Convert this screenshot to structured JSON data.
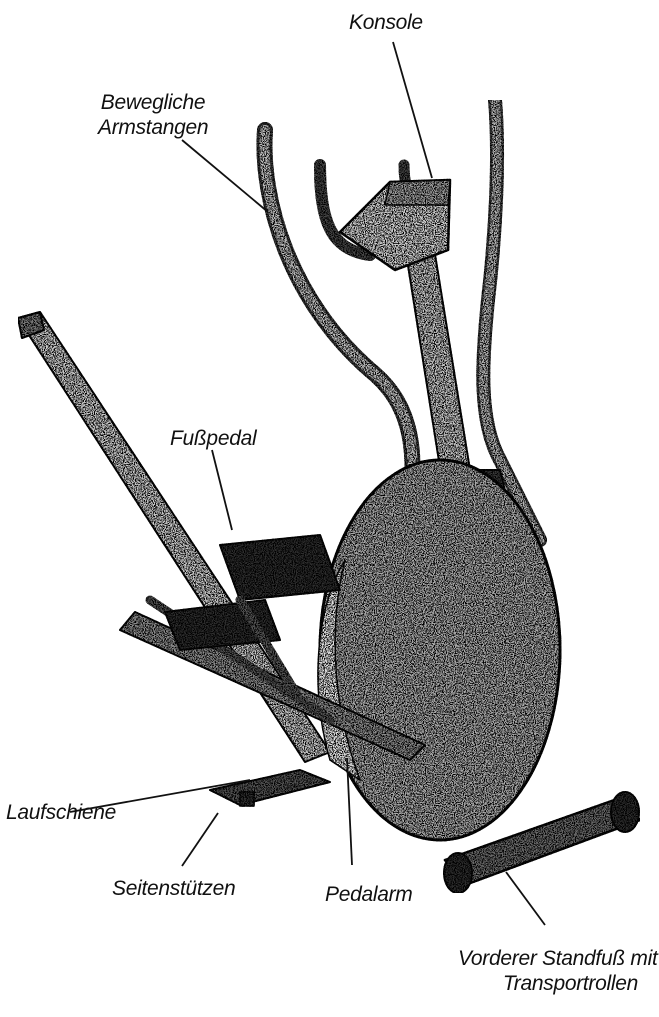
{
  "labels": {
    "konsole": "Konsole",
    "armstangen_line1": "Bewegliche",
    "armstangen_line2": "Armstangen",
    "fusspedal": "Fußpedal",
    "laufschiene": "Laufschiene",
    "seitenstuetzen": "Seitenstützen",
    "pedalarm": "Pedalarm",
    "standfuss_line1": "Vorderer Standfuß mit",
    "standfuss_line2": "Transportrollen"
  },
  "colors": {
    "ink": "#111111",
    "shade": "#3a3a3a",
    "light": "#bdbdbd",
    "mid": "#8a8a8a"
  }
}
